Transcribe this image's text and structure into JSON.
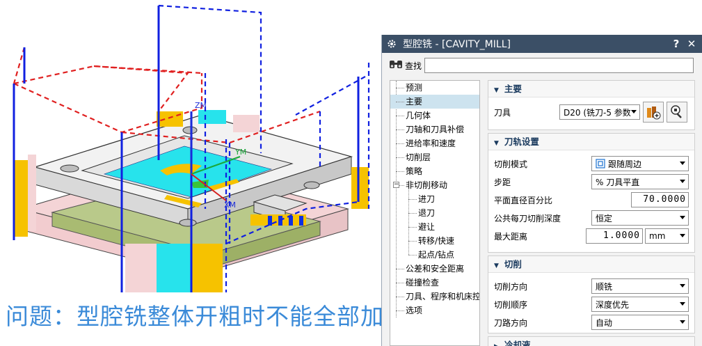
{
  "caption": "问题：型腔铣整体开粗时不能全部加工",
  "viewport": {
    "axis_labels": {
      "zm": "ZM",
      "ym": "YM",
      "xm": "XM"
    }
  },
  "dialog": {
    "title": "型腔铣 - [CAVITY_MILL]",
    "help_label": "?",
    "close_label": "✕",
    "find": {
      "label": "查找",
      "value": ""
    },
    "nav_items": [
      {
        "label": "预测",
        "level": 0,
        "selected": false
      },
      {
        "label": "主要",
        "level": 0,
        "selected": true
      },
      {
        "label": "几何体",
        "level": 0,
        "selected": false
      },
      {
        "label": "刀轴和刀具补偿",
        "level": 0,
        "selected": false
      },
      {
        "label": "进给率和速度",
        "level": 0,
        "selected": false
      },
      {
        "label": "切削层",
        "level": 0,
        "selected": false
      },
      {
        "label": "策略",
        "level": 0,
        "selected": false
      },
      {
        "label": "非切削移动",
        "level": 0,
        "selected": false,
        "collapsible": true
      },
      {
        "label": "进刀",
        "level": 1,
        "selected": false
      },
      {
        "label": "退刀",
        "level": 1,
        "selected": false
      },
      {
        "label": "避让",
        "level": 1,
        "selected": false
      },
      {
        "label": "转移/快速",
        "level": 1,
        "selected": false
      },
      {
        "label": "起点/钻点",
        "level": 1,
        "selected": false
      },
      {
        "label": "公差和安全距离",
        "level": 0,
        "selected": false
      },
      {
        "label": "碰撞检查",
        "level": 0,
        "selected": false
      },
      {
        "label": "刀具、程序和机床控",
        "level": 0,
        "selected": false
      },
      {
        "label": "选项",
        "level": 0,
        "selected": false
      }
    ],
    "groups": {
      "main": {
        "title": "主要",
        "tool_label": "刀具",
        "tool_value": "D20 (铣刀-5 参数"
      },
      "path": {
        "title": "刀轨设置",
        "cut_pattern_label": "切削模式",
        "cut_pattern_value": "跟随周边",
        "stepover_label": "步距",
        "stepover_value": "% 刀具平直",
        "percent_label": "平面直径百分比",
        "percent_value": "70.0000",
        "depth_label": "公共每刀切削深度",
        "depth_value": "恒定",
        "max_dist_label": "最大距离",
        "max_dist_value": "1.0000",
        "max_dist_unit": "mm"
      },
      "cut": {
        "title": "切削",
        "direction_label": "切削方向",
        "direction_value": "顺铣",
        "order_label": "切削顺序",
        "order_value": "深度优先",
        "path_dir_label": "刀路方向",
        "path_dir_value": "自动"
      },
      "cooling": {
        "title": "冷却液"
      }
    }
  }
}
